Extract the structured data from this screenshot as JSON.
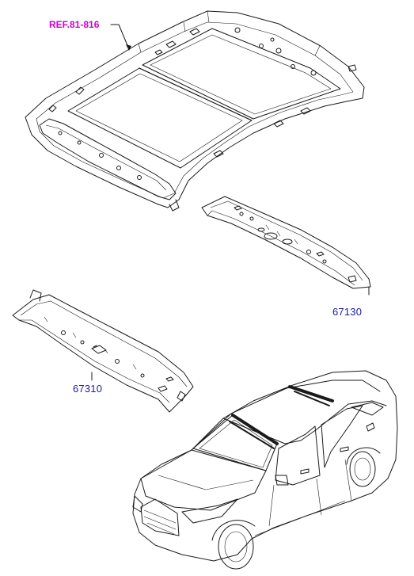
{
  "references": [
    {
      "id": "ref-main",
      "text": "REF.81-816"
    }
  ],
  "parts": [
    {
      "id": "p1",
      "number": "67130"
    },
    {
      "id": "p2",
      "number": "67310"
    }
  ],
  "colors": {
    "ref_label": "#cc00cc",
    "part_label": "#1a1aa8",
    "line": "#1a1a1a"
  }
}
